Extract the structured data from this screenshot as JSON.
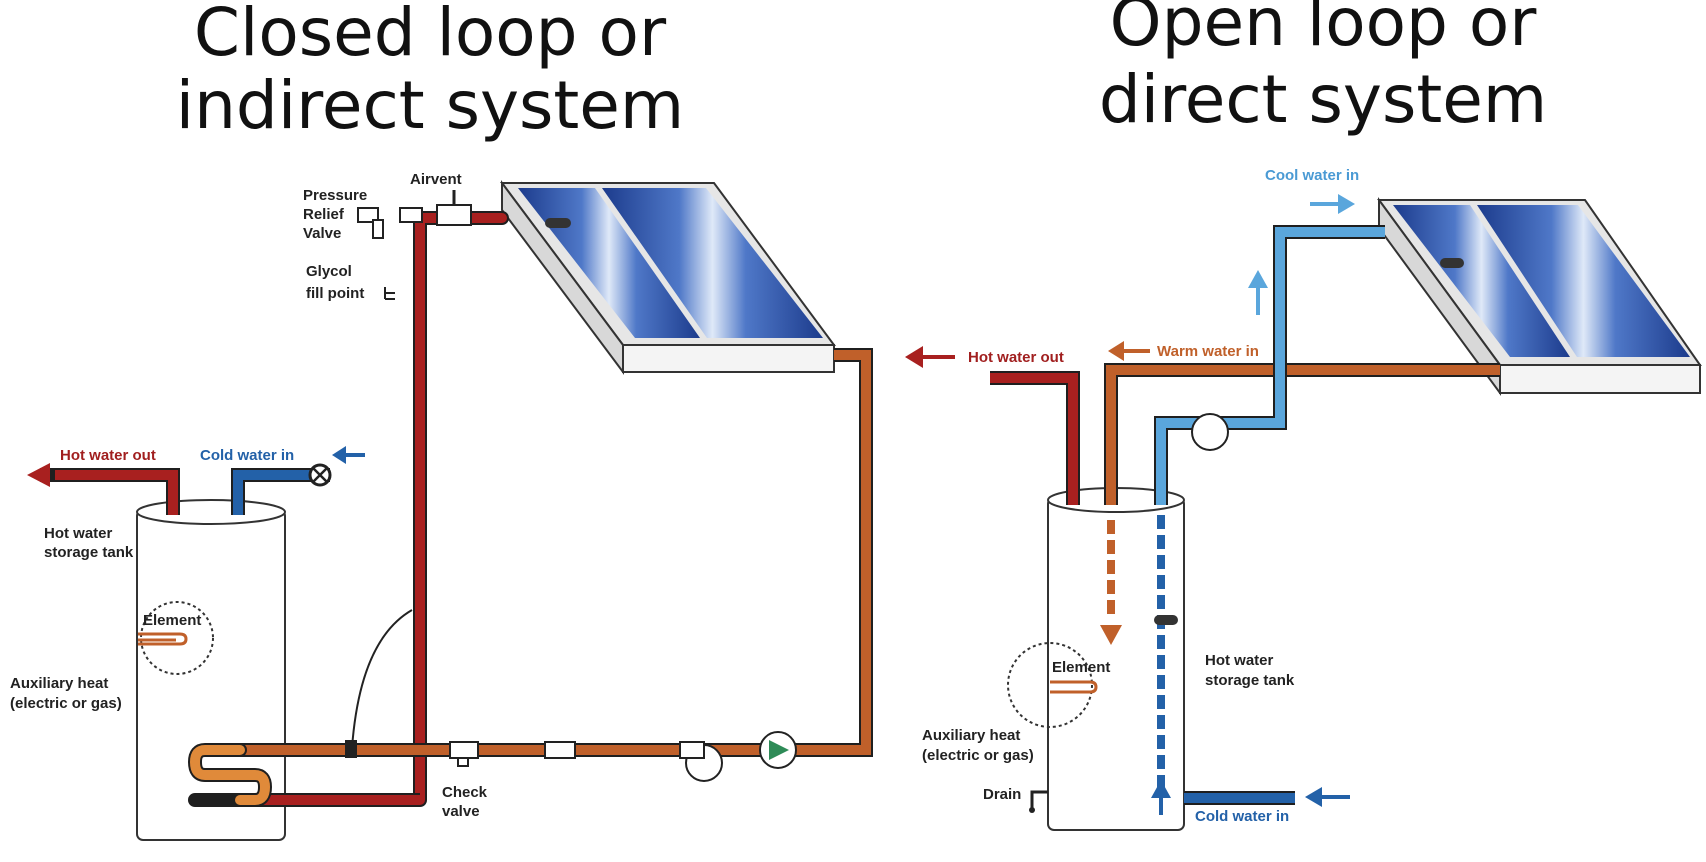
{
  "closed": {
    "title_line1": "Closed loop or",
    "title_line2": "indirect  system",
    "hot_water_out": "Hot water out",
    "cold_water_in": "Cold water in",
    "tank_label_1": "Hot water",
    "tank_label_2": "storage tank",
    "element": "Element",
    "aux_1": "Auxiliary heat",
    "aux_2": "(electric or gas)",
    "airvent": "Airvent",
    "prv_1": "Pressure",
    "prv_2": "Relief",
    "prv_3": "Valve",
    "glycol_1": "Glycol",
    "glycol_2": "fill point",
    "check_1": "Check",
    "check_2": "valve"
  },
  "open": {
    "title_line1": "Open loop or",
    "title_line2": "direct system",
    "cool_water_in": "Cool water in",
    "hot_water_out": "Hot water out",
    "warm_water_in": "Warm water in",
    "element": "Element",
    "tank_label_1": "Hot water",
    "tank_label_2": "storage tank",
    "aux_1": "Auxiliary heat",
    "aux_2": "(electric or gas)",
    "drain": "Drain",
    "cold_water_in": "Cold water in"
  },
  "colors": {
    "hot": "#a8201f",
    "warm": "#c0602a",
    "cold": "#2361a8",
    "cool": "#5aa6dc",
    "panel": "#1f3f8f"
  }
}
